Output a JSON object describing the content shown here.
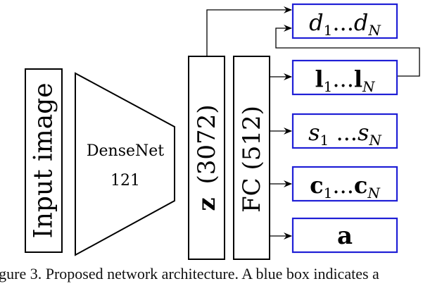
{
  "input_label": "Input image",
  "densenet": {
    "line1": "DenseNet",
    "line2": "121"
  },
  "z_block": {
    "symbol": "z",
    "size": "(3072)"
  },
  "fc_block": {
    "label": "FC (512)"
  },
  "outputs": [
    {
      "id": "d",
      "base": "d",
      "sub1": "1",
      "dots": "...",
      "base2": "d",
      "sub2": "N",
      "style": "italic"
    },
    {
      "id": "l",
      "base": "l",
      "sub1": "1",
      "dots": "...",
      "base2": "l",
      "sub2": "N",
      "style": "bold"
    },
    {
      "id": "s",
      "base": "s",
      "sub1": "1",
      "dots": " ...",
      "base2": "s",
      "sub2": "N",
      "style": "italic"
    },
    {
      "id": "c",
      "base": "c",
      "sub1": "1",
      "dots": "...",
      "base2": "c",
      "sub2": "N",
      "style": "bold"
    },
    {
      "id": "a",
      "base": "a",
      "style": "bold"
    }
  ],
  "caption": "igure 3. Proposed network architecture. A blue box indicates a",
  "colors": {
    "box_border": "#1f1fd6",
    "line": "#000000"
  }
}
